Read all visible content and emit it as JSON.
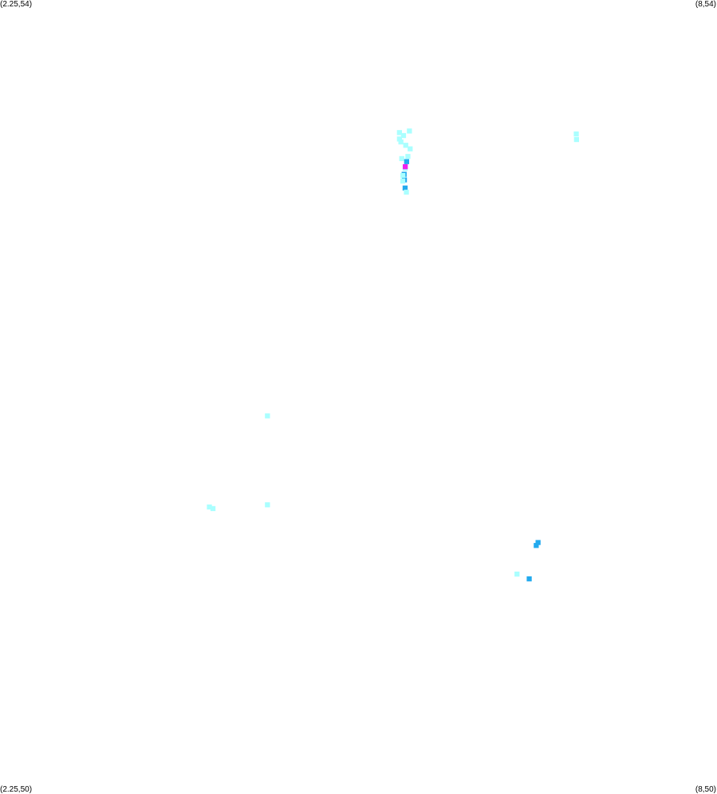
{
  "corners": {
    "top_left": "(2.25,54)",
    "top_right": "(8,54)",
    "bottom_left": "(2.25,50)",
    "bottom_right": "(8,50)"
  },
  "extent": {
    "lon_min": 2.25,
    "lon_max": 8,
    "lat_min": 50,
    "lat_max": 54
  },
  "colors": {
    "low": "#aaffff",
    "mid": "#22aaee",
    "high": "#ee22ee",
    "background": "#ffffff"
  },
  "cell_size_deg": 0.04,
  "cells": [
    {
      "lon": 5.453,
      "lat": 53.332,
      "level": "low"
    },
    {
      "lon": 5.453,
      "lat": 53.3,
      "level": "low"
    },
    {
      "lon": 5.465,
      "lat": 53.285,
      "level": "low"
    },
    {
      "lon": 5.486,
      "lat": 53.317,
      "level": "low"
    },
    {
      "lon": 5.504,
      "lat": 53.268,
      "level": "low"
    },
    {
      "lon": 5.533,
      "lat": 53.34,
      "level": "low"
    },
    {
      "lon": 5.539,
      "lat": 53.25,
      "level": "low"
    },
    {
      "lon": 5.472,
      "lat": 53.201,
      "level": "low"
    },
    {
      "lon": 5.511,
      "lat": 53.186,
      "level": "mid"
    },
    {
      "lon": 5.521,
      "lat": 53.212,
      "level": "low"
    },
    {
      "lon": 5.499,
      "lat": 53.152,
      "level": "low"
    },
    {
      "lon": 5.491,
      "lat": 53.122,
      "level": "mid"
    },
    {
      "lon": 5.493,
      "lat": 53.094,
      "level": "mid"
    },
    {
      "lon": 5.481,
      "lat": 53.116,
      "level": "low"
    },
    {
      "lon": 5.48,
      "lat": 53.088,
      "level": "low"
    },
    {
      "lon": 5.499,
      "lat": 53.053,
      "level": "mid"
    },
    {
      "lon": 5.509,
      "lat": 53.032,
      "level": "low"
    },
    {
      "lon": 5.5,
      "lat": 53.16,
      "level": "high"
    },
    {
      "lon": 6.871,
      "lat": 53.325,
      "level": "low"
    },
    {
      "lon": 6.873,
      "lat": 53.297,
      "level": "low"
    },
    {
      "lon": 4.395,
      "lat": 51.905,
      "level": "low"
    },
    {
      "lon": 4.395,
      "lat": 51.457,
      "level": "low"
    },
    {
      "lon": 3.929,
      "lat": 51.446,
      "level": "low"
    },
    {
      "lon": 3.958,
      "lat": 51.438,
      "level": "low"
    },
    {
      "lon": 6.565,
      "lat": 51.267,
      "level": "mid"
    },
    {
      "lon": 6.55,
      "lat": 51.252,
      "level": "mid"
    },
    {
      "lon": 6.396,
      "lat": 51.108,
      "level": "low"
    },
    {
      "lon": 6.494,
      "lat": 51.084,
      "level": "mid"
    }
  ]
}
